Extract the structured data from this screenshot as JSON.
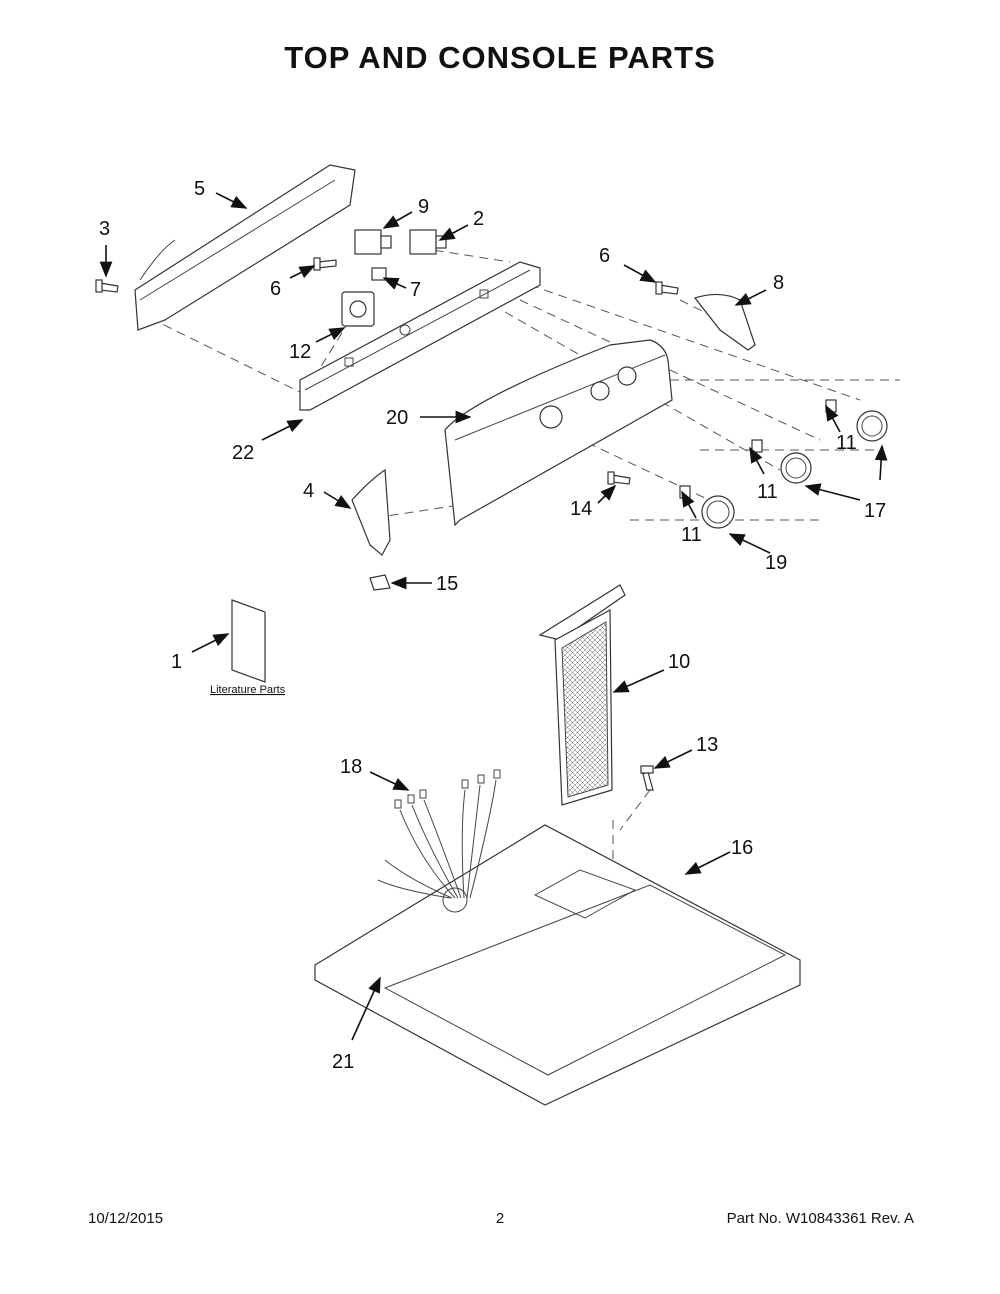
{
  "title": "TOP AND CONSOLE PARTS",
  "callouts": {
    "c1": "1",
    "c2": "2",
    "c3": "3",
    "c4": "4",
    "c5": "5",
    "c6a": "6",
    "c6b": "6",
    "c7": "7",
    "c8": "8",
    "c9": "9",
    "c10": "10",
    "c11a": "11",
    "c11b": "11",
    "c11c": "11",
    "c12": "12",
    "c13": "13",
    "c14": "14",
    "c15": "15",
    "c16": "16",
    "c17": "17",
    "c18": "18",
    "c19": "19",
    "c20": "20",
    "c21": "21",
    "c22": "22"
  },
  "literature_label": "Literature Parts",
  "footer": {
    "date": "10/12/2015",
    "page": "2",
    "part_no": "Part No.  W10843361   Rev.  A"
  }
}
